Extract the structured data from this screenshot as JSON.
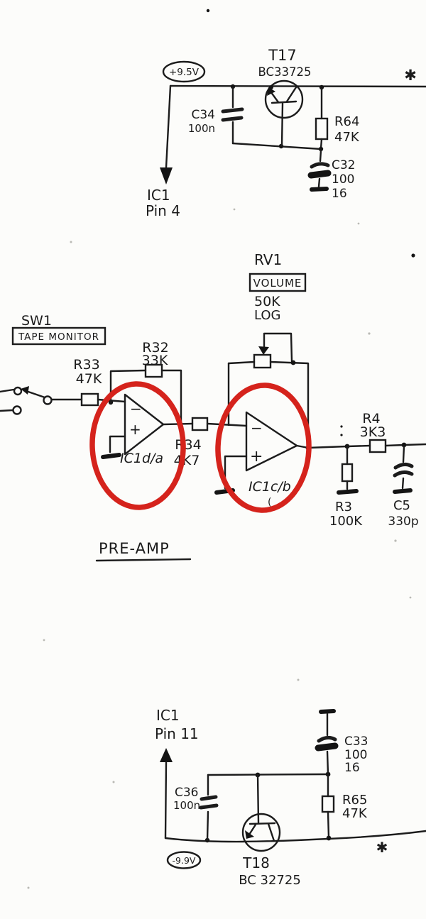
{
  "schematic": {
    "section_label": "PRE-AMP",
    "annotations": {
      "star": "✱",
      "stray_mark": "("
    },
    "power": {
      "top_rail": {
        "label": "+9.5V",
        "dest_line1": "IC1",
        "dest_line2": "Pin 4"
      },
      "bottom_rail": {
        "label": "-9.9V",
        "dest_line1": "IC1",
        "dest_line2": "Pin 11"
      }
    },
    "transistors": {
      "t17": {
        "designator": "T17",
        "part": "BC33725"
      },
      "t18": {
        "designator": "T18",
        "part": "BC 32725"
      }
    },
    "capacitors": {
      "c34": {
        "name": "C34",
        "value": "100n"
      },
      "c32": {
        "name": "C32",
        "value": "100",
        "voltage": "16"
      },
      "c36": {
        "name": "C36",
        "value": "100n"
      },
      "c33": {
        "name": "C33",
        "value": "100",
        "voltage": "16"
      },
      "c5": {
        "name": "C5",
        "value": "330p"
      }
    },
    "resistors": {
      "r64": {
        "name": "R64",
        "value": "47K"
      },
      "r65": {
        "name": "R65",
        "value": "47K"
      },
      "r33": {
        "name": "R33",
        "value": "47K"
      },
      "r32": {
        "name": "R32",
        "value": "33K"
      },
      "r34": {
        "name": "R34",
        "value": "4K7"
      },
      "r4": {
        "name": "R4",
        "value": "3K3"
      },
      "r3": {
        "name": "R3",
        "value": "100K"
      }
    },
    "potentiometer": {
      "designator": "RV1",
      "label": "VOLUME",
      "value": "50K",
      "taper": "LOG"
    },
    "switch": {
      "designator": "SW1",
      "label": "TAPE MONITOR"
    },
    "opamps": {
      "opamp1": {
        "label": "IC1d/a",
        "minus": "−",
        "plus": "+"
      },
      "opamp2": {
        "label": "IC1c/b",
        "minus": "−",
        "plus": "+"
      }
    }
  }
}
